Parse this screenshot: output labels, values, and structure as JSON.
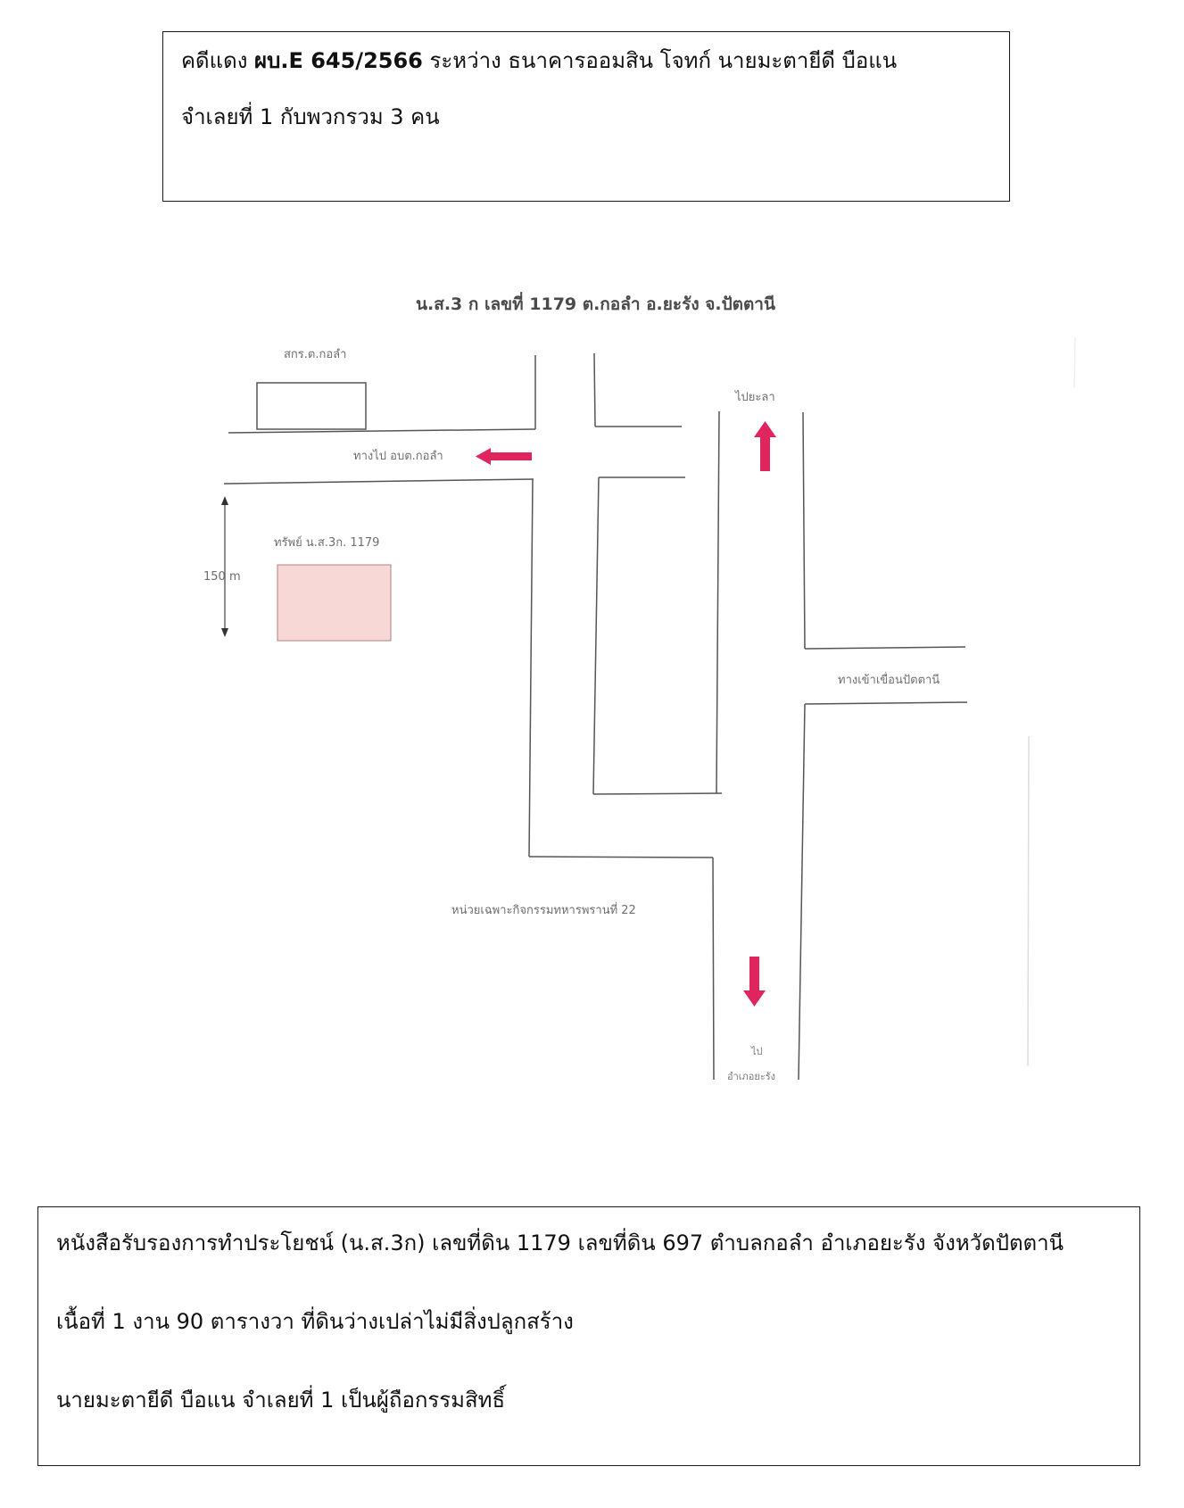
{
  "case_header": {
    "line1_prefix": "คดีแดง ",
    "line1_bold": "ผบ.E 645/2566",
    "line1_suffix": " ระหว่าง ธนาคารออมสิน โจทก์   นายมะตายีดี บือแน",
    "line2": "จำเลยที่ 1 กับพวกรวม 3 คน"
  },
  "map": {
    "title": "น.ส.3 ก เลขที่ 1179 ต.กอลำ  อ.ยะรัง  จ.ปัตตานี",
    "labels": {
      "office": "สกร.ต.กอลำ",
      "to_obt": "ทางไป อบต.กอลำ",
      "to_yala": "ไปยะลา",
      "property": "ทรัพย์ น.ส.3ก. 1179",
      "distance": "150 m",
      "to_dam": "ทางเข้าเขื่อนปัตตานี",
      "military_unit": "หน่วยเฉพาะกิจกรรมทหารพรานที่ 22",
      "to_district_1": "ไป",
      "to_district_2": "อำเภอยะรัง"
    },
    "colors": {
      "road": "#555555",
      "arrow": "#e0245e",
      "property_fill": "#f7d8d6",
      "property_border": "#b08080"
    }
  },
  "property_info": {
    "line1": "หนังสือรับรองการทำประโยชน์ (น.ส.3ก)  เลขที่ดิน 1179 เลขที่ดิน 697 ตำบลกอลำ  อำเภอยะรัง จังหวัดปัตตานี",
    "line2": "เนื้อที่ 1 งาน 90  ตารางวา ที่ดินว่างเปล่าไม่มีสิ่งปลูกสร้าง",
    "line3": "นายมะตายีดี บือแน จำเลยที่ 1  เป็นผู้ถือกรรมสิทธิ์"
  }
}
